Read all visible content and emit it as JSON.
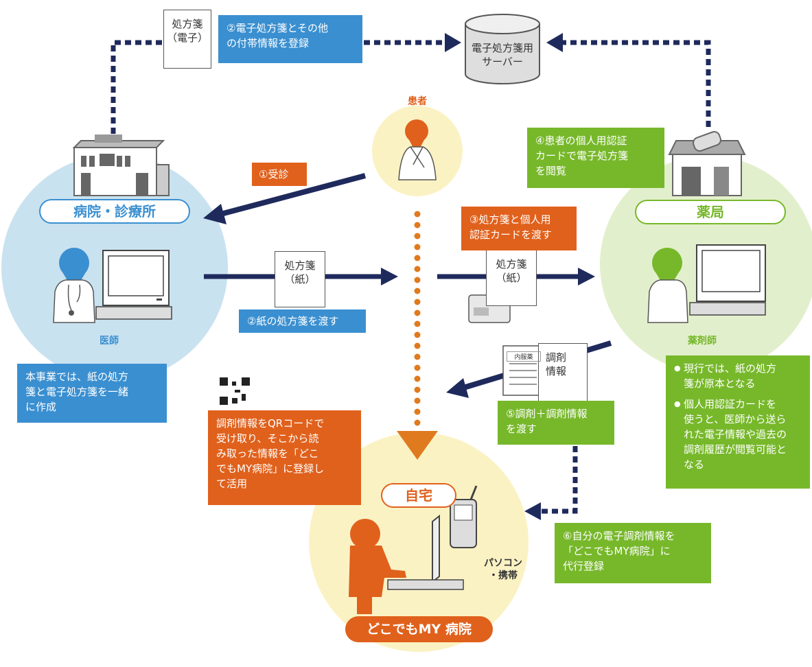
{
  "server": {
    "label": "電子処方箋用\nサーバー"
  },
  "patient": {
    "label": "患者"
  },
  "hospital": {
    "title": "病院・診療所",
    "doctor_label": "医師"
  },
  "pharmacy": {
    "title": "薬局",
    "pharmacist_label": "薬剤師"
  },
  "home": {
    "title": "自宅",
    "device_label": "パソコン\n・携帯",
    "service_label": "どこでもMY 病院"
  },
  "documents": {
    "e_prescription": "処方箋\n（電子）",
    "paper_prescription_1": "処方箋\n（紙）",
    "paper_prescription_2": "処方箋\n（紙）",
    "dispensing_info": "調剤\n情報",
    "medicine_bag": "内服薬"
  },
  "steps": {
    "step2_register": "②電子処方箋とその他\nの付帯情報を登録",
    "step1_visit": "①受診",
    "step2_paper": "②紙の処方箋を渡す",
    "step3_hand": "③処方箋と個人用\n認証カードを渡す",
    "step4_view": "④患者の個人用認証\nカードで電子処方箋\nを閲覧",
    "step5_hand": "⑤調剤＋調剤情報\nを渡す",
    "step6_register": "⑥自分の電子調剤情報を\n「どこでもMY病院」に\n代行登録"
  },
  "notes": {
    "hospital_note": "本事業では、紙の処方\n箋と電子処方箋を一緒\nに作成",
    "qr_note": "調剤情報をQRコードで\n受け取り、そこから読\nみ取った情報を「どこ\nでもMY病院」に登録し\nて活用",
    "pharmacy_bullets": [
      "現行では、紙の処方\n箋が原本となる",
      "個人用認証カードを\n使うと、医師から送ら\nれた電子情報や過去の\n調剤履歴が閲覧可能と\nなる"
    ]
  },
  "colors": {
    "blue": "#3a8fd0",
    "orange": "#e0611c",
    "green": "#77b82b",
    "navy": "#1f2a5c",
    "hospital_circle": "#c9e2f0",
    "pharmacy_circle": "#e2efcc",
    "home_circle": "#fbf2c4"
  }
}
